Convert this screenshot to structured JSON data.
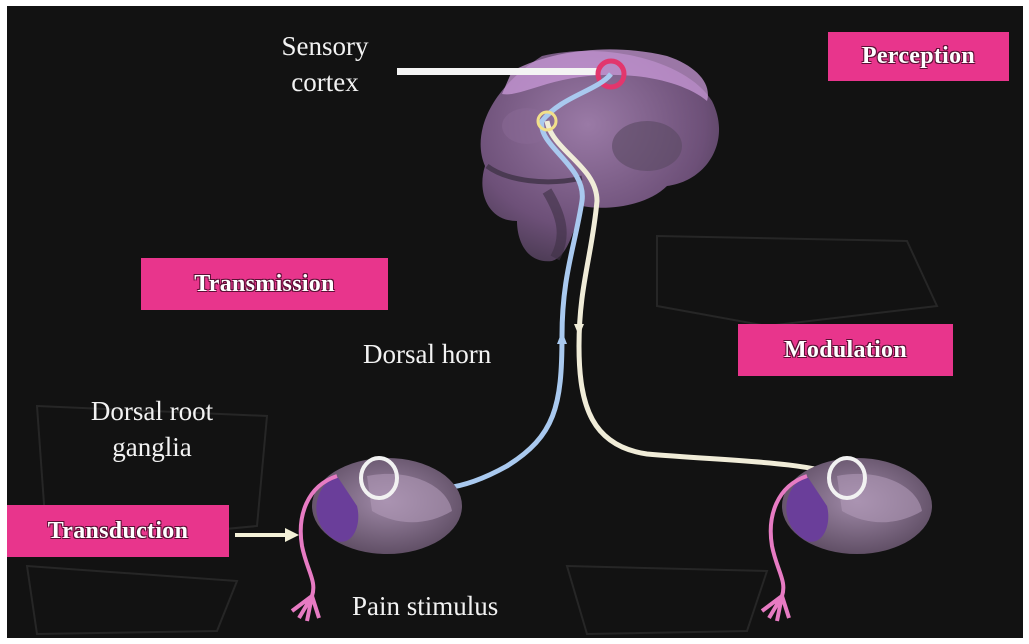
{
  "stage_labels": {
    "perception": "Perception",
    "transmission": "Transmission",
    "modulation": "Modulation",
    "transduction": "Transduction"
  },
  "anatomy_labels": {
    "sensory_cortex_line1": "Sensory",
    "sensory_cortex_line2": "cortex",
    "dorsal_horn": "Dorsal horn",
    "dorsal_root_line1": "Dorsal root",
    "dorsal_root_line2": "ganglia",
    "pain_stimulus": "Pain stimulus"
  },
  "colors": {
    "tag_background": "#e8358c",
    "background": "#121212",
    "ascending_pathway": "#a9c9ef",
    "descending_pathway": "#f0ecd8",
    "brain": "#7e5f8c"
  }
}
